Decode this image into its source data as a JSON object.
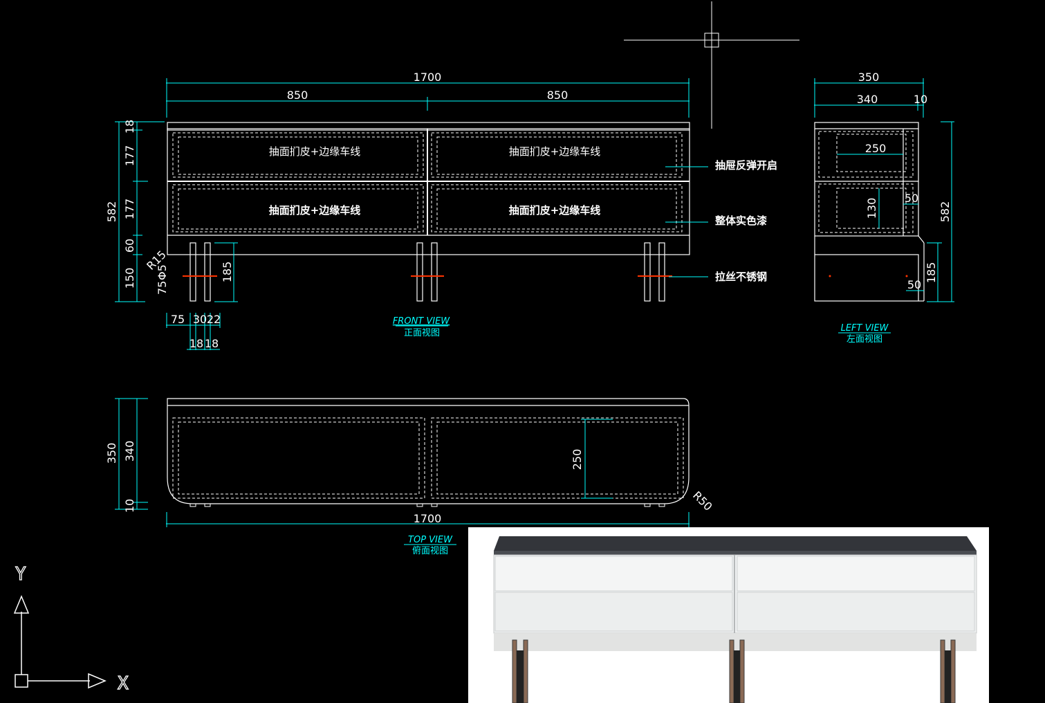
{
  "colors": {
    "background": "#000000",
    "outline": "#ffffff",
    "dimension": "#00e5e5",
    "accent": "#ff3300"
  },
  "front_view": {
    "dims": {
      "total_width": "1700",
      "left_half": "850",
      "right_half": "850",
      "height_total": "582",
      "h_top": "18",
      "h_drawer1": "177",
      "h_drawer2": "177",
      "h_base": "60",
      "h_leg": "150",
      "leg_height": "185",
      "radius": "R15",
      "leg_dia": "Φ5",
      "leg_offset": "75",
      "bottom_75": "75",
      "bottom_30": "30",
      "bottom_22": "22",
      "bottom_18a": "18",
      "bottom_18b": "18"
    },
    "drawer_labels": [
      "抽面扪皮+边缘车线",
      "抽面扪皮+边缘车线",
      "抽面扪皮+边缘车线",
      "抽面扪皮+边缘车线"
    ],
    "callouts": [
      "抽屉反弹开启",
      "整体实色漆",
      "拉丝不锈钢"
    ],
    "caption_en": "FRONT VIEW",
    "caption_cn": "正面视图"
  },
  "left_view": {
    "dims": {
      "depth": "350",
      "inner": "340",
      "back": "10",
      "inner_drawer": "250",
      "drawer_h": "130",
      "gap": "50",
      "height": "582",
      "leg": "185",
      "leg_gap": "50"
    },
    "caption_en": "LEFT VIEW",
    "caption_cn": "左面视图"
  },
  "top_view": {
    "dims": {
      "total_width": "1700",
      "depth": "350",
      "inner": "340",
      "edge": "10",
      "drawer_depth": "250",
      "radius": "R50"
    },
    "caption_en": "TOP VIEW",
    "caption_cn": "俯面视图"
  },
  "ucs": {
    "y_label": "Y",
    "x_label": "X"
  },
  "render": {
    "description_icon": "tv-cabinet-render"
  }
}
